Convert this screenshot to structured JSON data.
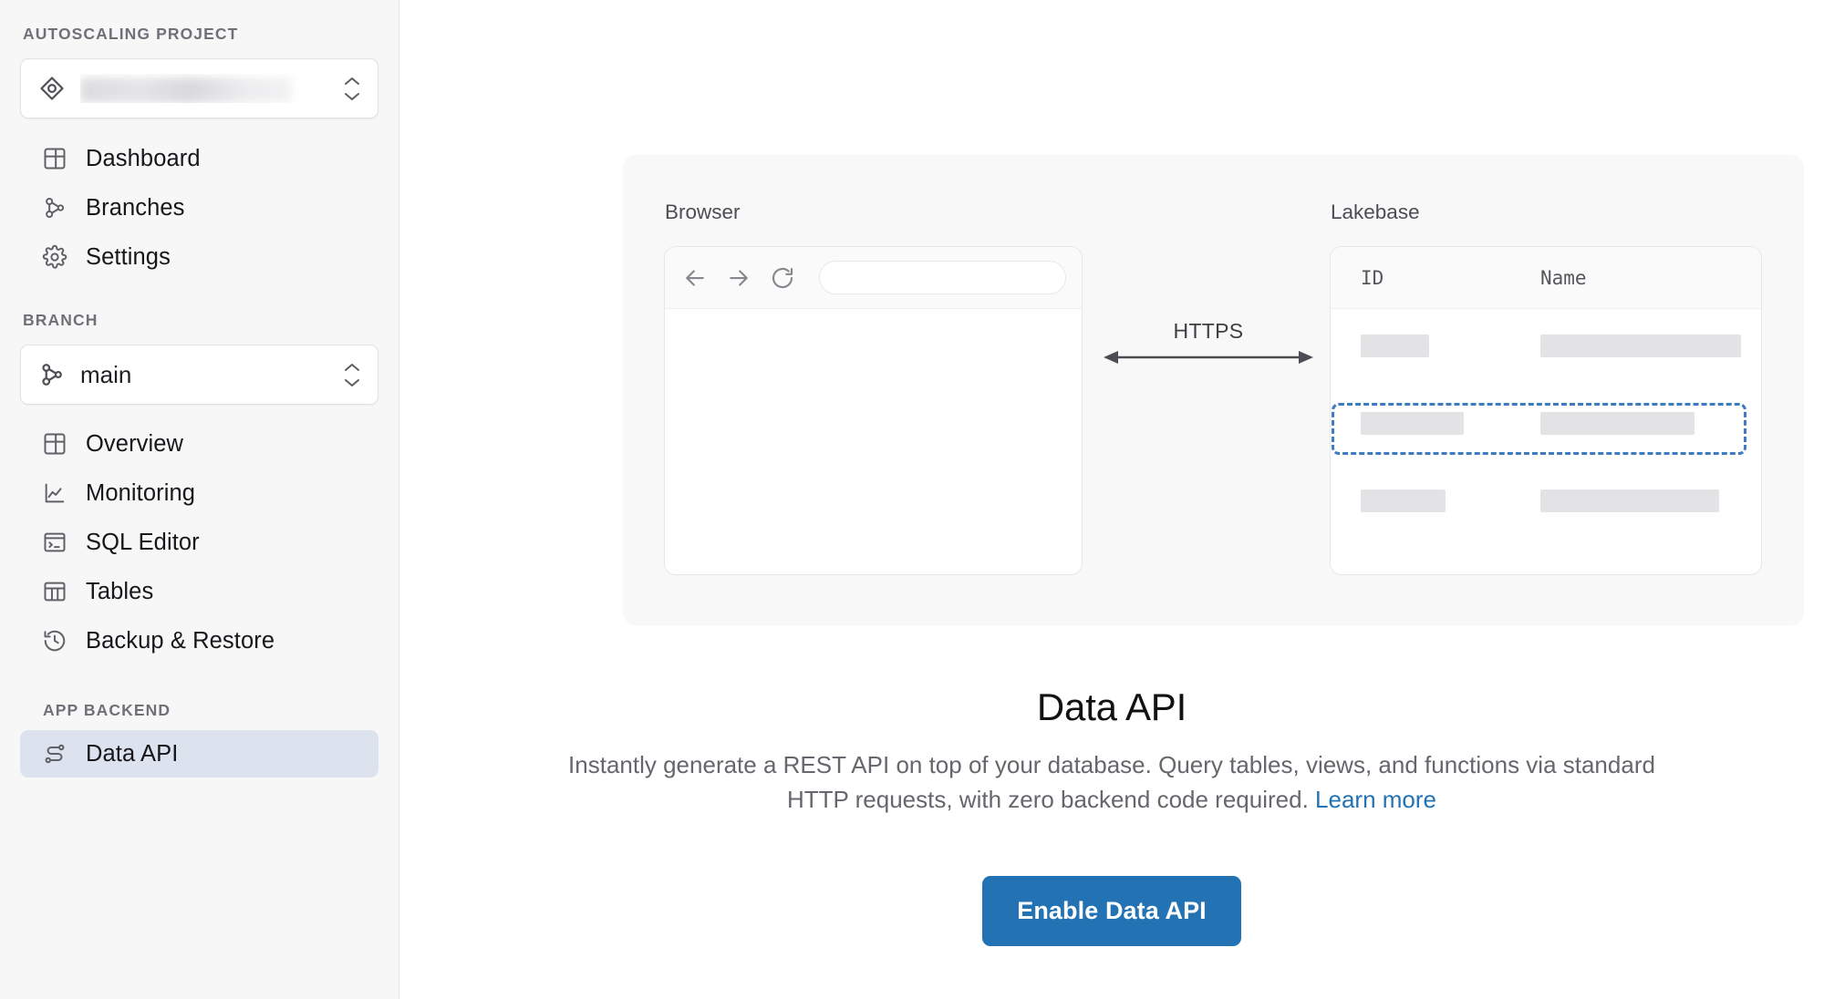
{
  "sidebar": {
    "project_section_label": "AUTOSCALING PROJECT",
    "project_selector": {
      "icon": "lakebase-diamond-icon",
      "value": "",
      "redacted": true,
      "chevron": "chevron-up-down-icon"
    },
    "project_nav": [
      {
        "icon": "layout-dashboard-icon",
        "label": "Dashboard"
      },
      {
        "icon": "git-branch-icon",
        "label": "Branches"
      },
      {
        "icon": "gear-icon",
        "label": "Settings"
      }
    ],
    "branch_section_label": "BRANCH",
    "branch_selector": {
      "icon": "git-branch-icon",
      "value": "main",
      "chevron": "chevron-up-down-icon"
    },
    "branch_nav": [
      {
        "icon": "layout-dashboard-icon",
        "label": "Overview"
      },
      {
        "icon": "line-chart-icon",
        "label": "Monitoring"
      },
      {
        "icon": "terminal-window-icon",
        "label": "SQL Editor"
      },
      {
        "icon": "table-columns-icon",
        "label": "Tables"
      },
      {
        "icon": "history-clock-icon",
        "label": "Backup & Restore"
      }
    ],
    "backend_section_label": "APP BACKEND",
    "backend_nav": [
      {
        "icon": "data-api-route-icon",
        "label": "Data API",
        "active": true
      }
    ]
  },
  "illustration": {
    "browser": {
      "title": "Browser",
      "toolbar": {
        "back": "arrow-left-icon",
        "forward": "arrow-right-icon",
        "reload": "reload-icon",
        "url_value": "",
        "url_placeholder": ""
      }
    },
    "connector": {
      "label": "HTTPS",
      "arrow": "double-arrow-horizontal-icon"
    },
    "lakebase": {
      "title": "Lakebase",
      "columns": [
        "ID",
        "Name"
      ],
      "rows": [
        {
          "highlighted": false
        },
        {
          "highlighted": true
        },
        {
          "highlighted": false
        }
      ],
      "highlight_color": "#3d7cc0"
    }
  },
  "hero": {
    "title": "Data API",
    "description": "Instantly generate a REST API on top of your database. Query tables, views, and functions via standard HTTP requests, with zero backend code required.",
    "link_label": "Learn more",
    "cta_label": "Enable Data API",
    "accent_color": "#2272b4"
  }
}
